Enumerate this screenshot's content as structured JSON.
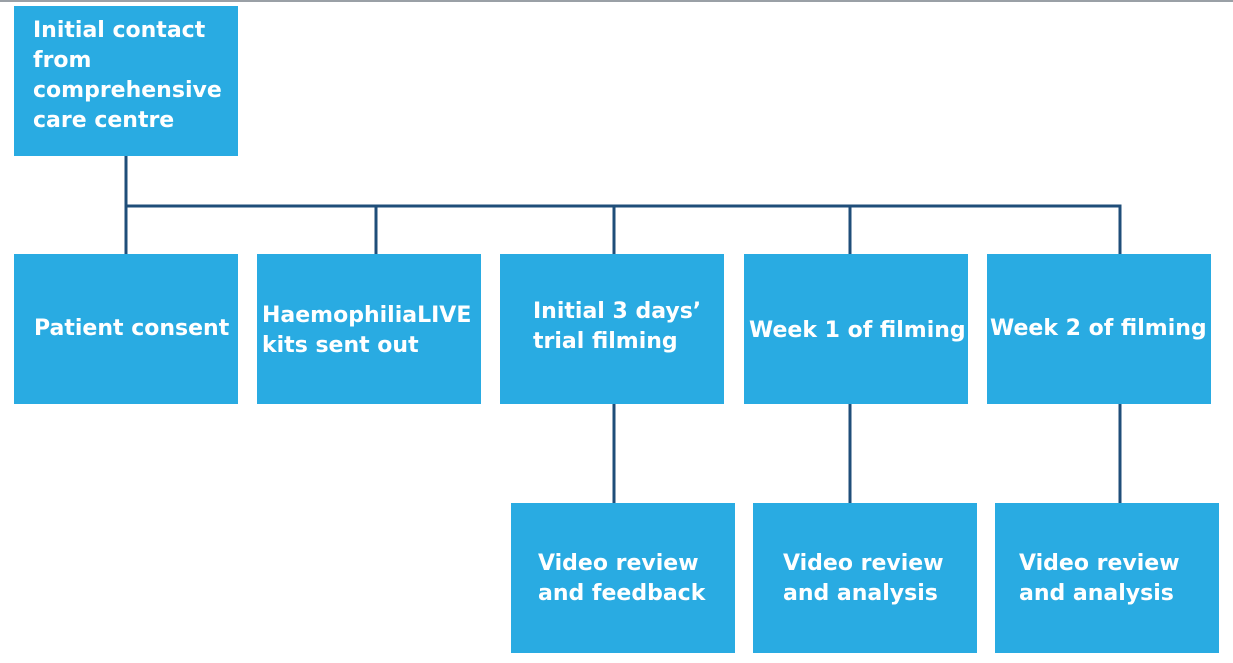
{
  "diagram": {
    "start": {
      "lines": [
        "Initial contact",
        "from",
        "comprehensive",
        "care centre"
      ]
    },
    "steps": [
      {
        "lines": [
          "Patient consent"
        ]
      },
      {
        "lines": [
          "HaemophiliaLIVE",
          "kits sent out"
        ]
      },
      {
        "lines": [
          "Initial 3 days’",
          "trial filming"
        ]
      },
      {
        "lines": [
          "Week 1 of filming"
        ]
      },
      {
        "lines": [
          "Week 2 of filming"
        ]
      }
    ],
    "reviews": [
      {
        "lines": [
          "Video review",
          "and feedback"
        ]
      },
      {
        "lines": [
          "Video review",
          "and analysis"
        ]
      },
      {
        "lines": [
          "Video review",
          "and analysis"
        ]
      }
    ]
  },
  "colors": {
    "box_fill": "#29abe2",
    "box_text": "#ffffff",
    "connector": "#1f4e79"
  }
}
